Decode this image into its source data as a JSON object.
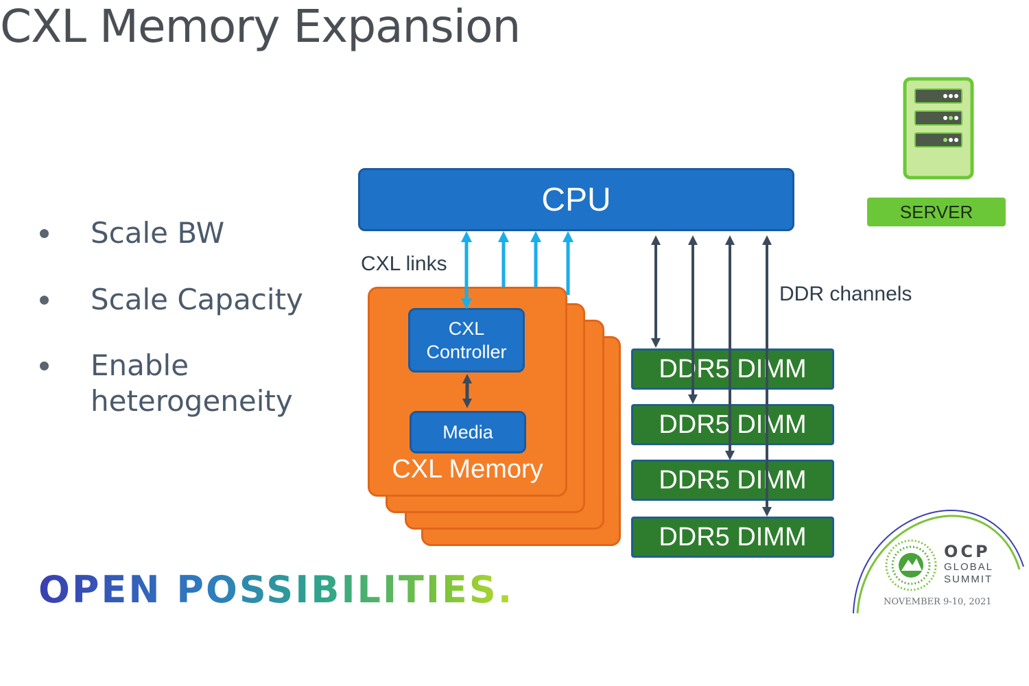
{
  "title": "CXL Memory Expansion",
  "bullets": [
    "Scale BW",
    "Scale Capacity",
    "Enable heterogeneity"
  ],
  "diagram": {
    "cpu_label": "CPU",
    "cxl_links_label": "CXL links",
    "ddr_channels_label": "DDR channels",
    "cxl_controller_label": "CXL Controller",
    "media_label": "Media",
    "cxl_memory_label": "CXL Memory",
    "dimm_labels": [
      "DDR5 DIMM",
      "DDR5 DIMM",
      "DDR5 DIMM",
      "DDR5 DIMM"
    ]
  },
  "server_badge": "SERVER",
  "footer_tagline": "OPEN POSSIBILITIES.",
  "event_logo": {
    "name": "OCP",
    "line1": "GLOBAL",
    "line2": "SUMMIT",
    "date": "NOVEMBER 9-10, 2021"
  },
  "colors": {
    "cpu_blue": "#1e72c7",
    "cxl_orange": "#f47e28",
    "dimm_green": "#2e7d2e",
    "cxl_link_arrow": "#19aeea",
    "ddr_arrow": "#3a4a5c",
    "server_green": "#6cc738"
  }
}
